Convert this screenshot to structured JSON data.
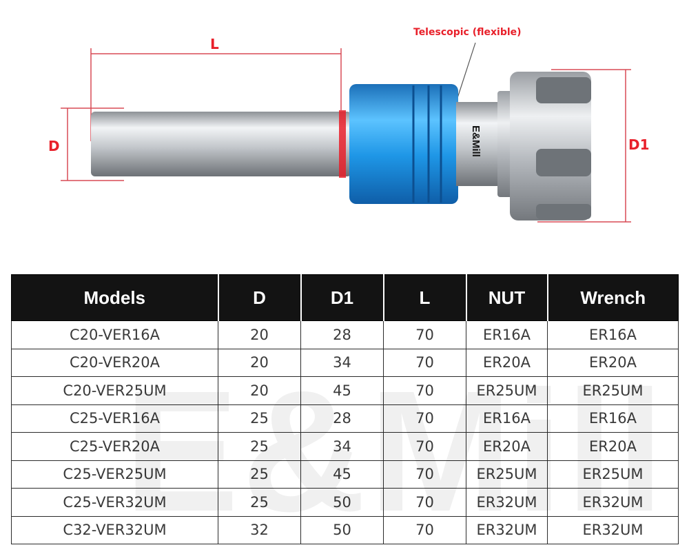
{
  "figure": {
    "label_L": "L",
    "label_D": "D",
    "label_D1": "D1",
    "telescopic_label": "Telescopic (flexible)",
    "body_logo": "E&Mill",
    "accent_color": "#e8202a",
    "sleeve_color": "#1e96e6"
  },
  "table": {
    "headers": [
      "Models",
      "D",
      "D1",
      "L",
      "NUT",
      "Wrench"
    ],
    "rows": [
      [
        "C20-VER16A",
        "20",
        "28",
        "70",
        "ER16A",
        "ER16A"
      ],
      [
        "C20-VER20A",
        "20",
        "34",
        "70",
        "ER20A",
        "ER20A"
      ],
      [
        "C20-VER25UM",
        "20",
        "45",
        "70",
        "ER25UM",
        "ER25UM"
      ],
      [
        "C25-VER16A",
        "25",
        "28",
        "70",
        "ER16A",
        "ER16A"
      ],
      [
        "C25-VER20A",
        "25",
        "34",
        "70",
        "ER20A",
        "ER20A"
      ],
      [
        "C25-VER25UM",
        "25",
        "45",
        "70",
        "ER25UM",
        "ER25UM"
      ],
      [
        "C25-VER32UM",
        "25",
        "50",
        "70",
        "ER32UM",
        "ER32UM"
      ],
      [
        "C32-VER32UM",
        "32",
        "50",
        "70",
        "ER32UM",
        "ER32UM"
      ]
    ]
  },
  "watermark": "E&Mill"
}
